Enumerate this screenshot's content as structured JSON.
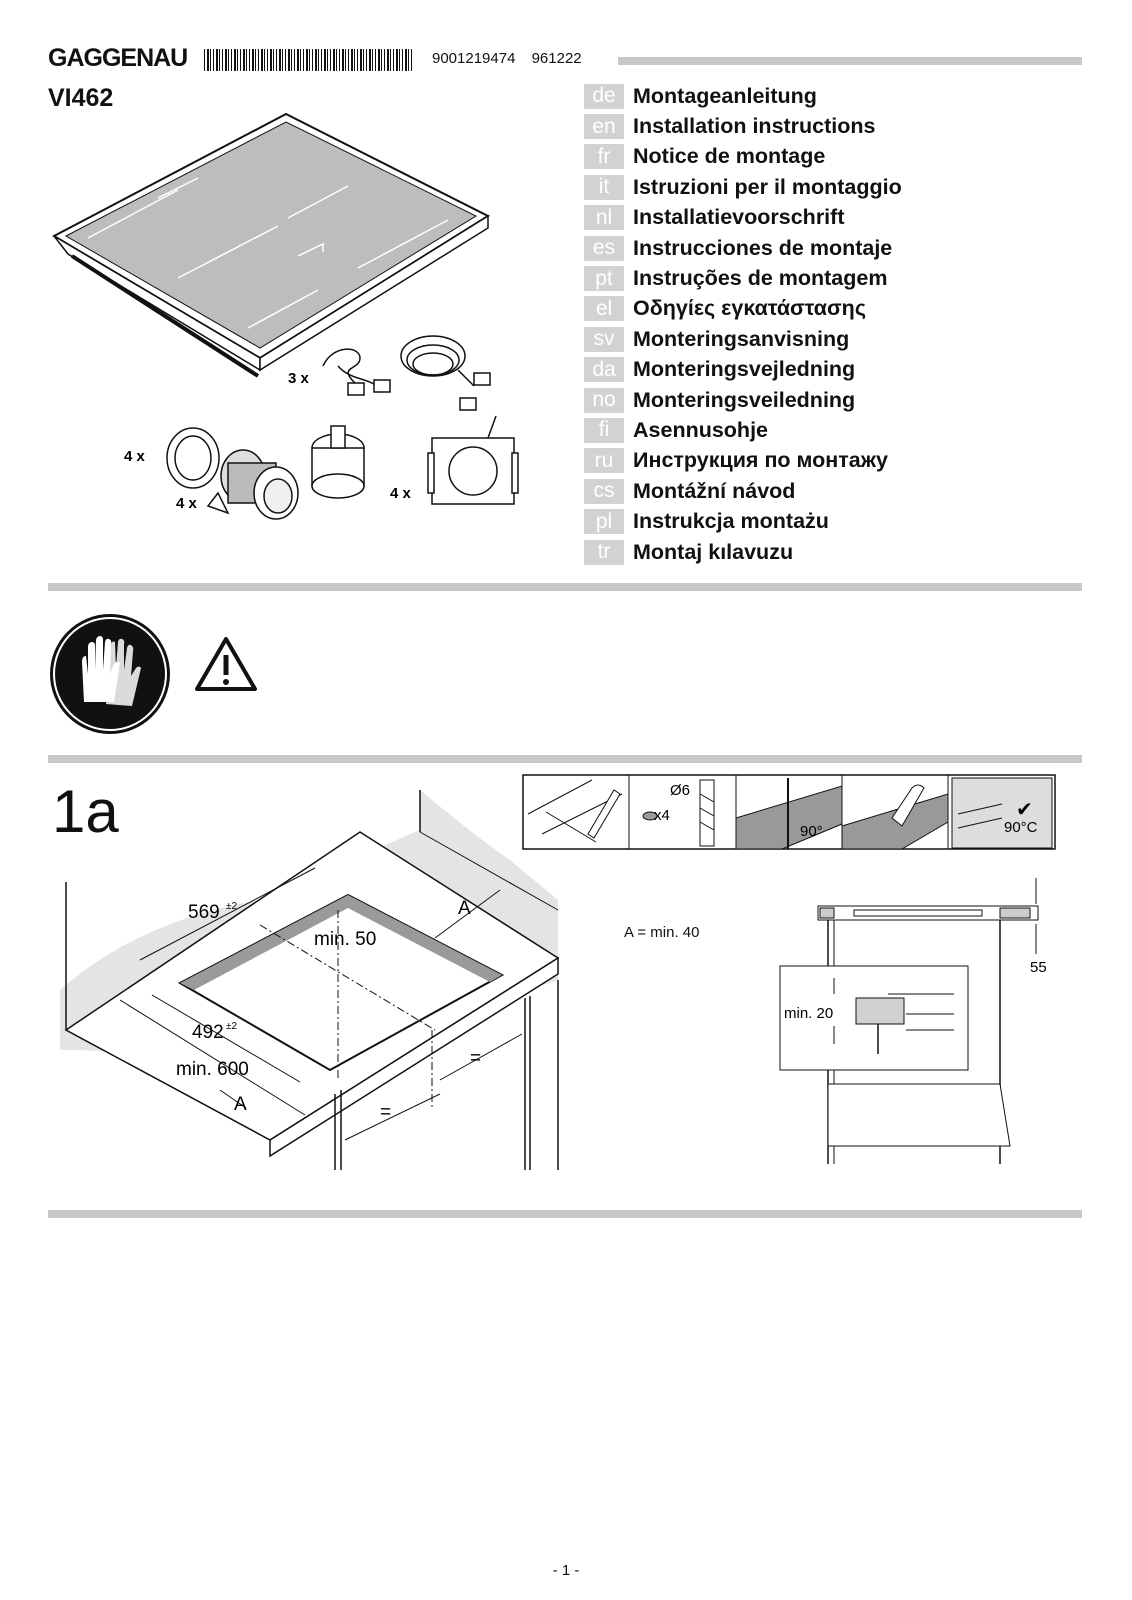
{
  "header": {
    "brand": "GAGGENAU",
    "doc_number": "9001219474   961222",
    "model": "VI462"
  },
  "languages": [
    {
      "code": "de",
      "title": "Montageanleitung"
    },
    {
      "code": "en",
      "title": "Installation instructions"
    },
    {
      "code": "fr",
      "title": "Notice de montage"
    },
    {
      "code": "it",
      "title": "Istruzioni per il montaggio"
    },
    {
      "code": "nl",
      "title": "Installatievoorschrift"
    },
    {
      "code": "es",
      "title": "Instrucciones de montaje"
    },
    {
      "code": "pt",
      "title": "Instruções de montagem"
    },
    {
      "code": "el",
      "title": "Οδηγίες εγκατάστασης"
    },
    {
      "code": "sv",
      "title": "Monteringsanvisning"
    },
    {
      "code": "da",
      "title": "Monteringsvejledning"
    },
    {
      "code": "no",
      "title": "Monteringsveiledning"
    },
    {
      "code": "fi",
      "title": "Asennusohje"
    },
    {
      "code": "ru",
      "title": "Инструкция по монтажу"
    },
    {
      "code": "cs",
      "title": "Montážní návod"
    },
    {
      "code": "pl",
      "title": "Instrukcja montażu"
    },
    {
      "code": "tr",
      "title": "Montaj kılavuzu"
    }
  ],
  "parts": {
    "cables_qty": "3 x",
    "ring_qty": "4 x",
    "knob_qty": "4 x",
    "plate_qty": "4 x"
  },
  "icons": [
    "gloves-icon",
    "warning-icon"
  ],
  "step1a": {
    "label": "1a",
    "dim_width": "569",
    "dim_width_tol": "±2",
    "dim_depth": "492",
    "dim_depth_tol": "±2",
    "min_back": "min. 50",
    "min_depth": "min. 600",
    "a_label": "A",
    "equal_sign": "=",
    "a_note": "A = min. 40",
    "min_20": "min. 20",
    "dim_55": "55",
    "drill_diam": "Ø6",
    "drill_qty": "x4",
    "saw_angle": "90°",
    "heat_temp": "90°C",
    "check_mark": "✔"
  },
  "footer": {
    "page": "- 1 -"
  }
}
